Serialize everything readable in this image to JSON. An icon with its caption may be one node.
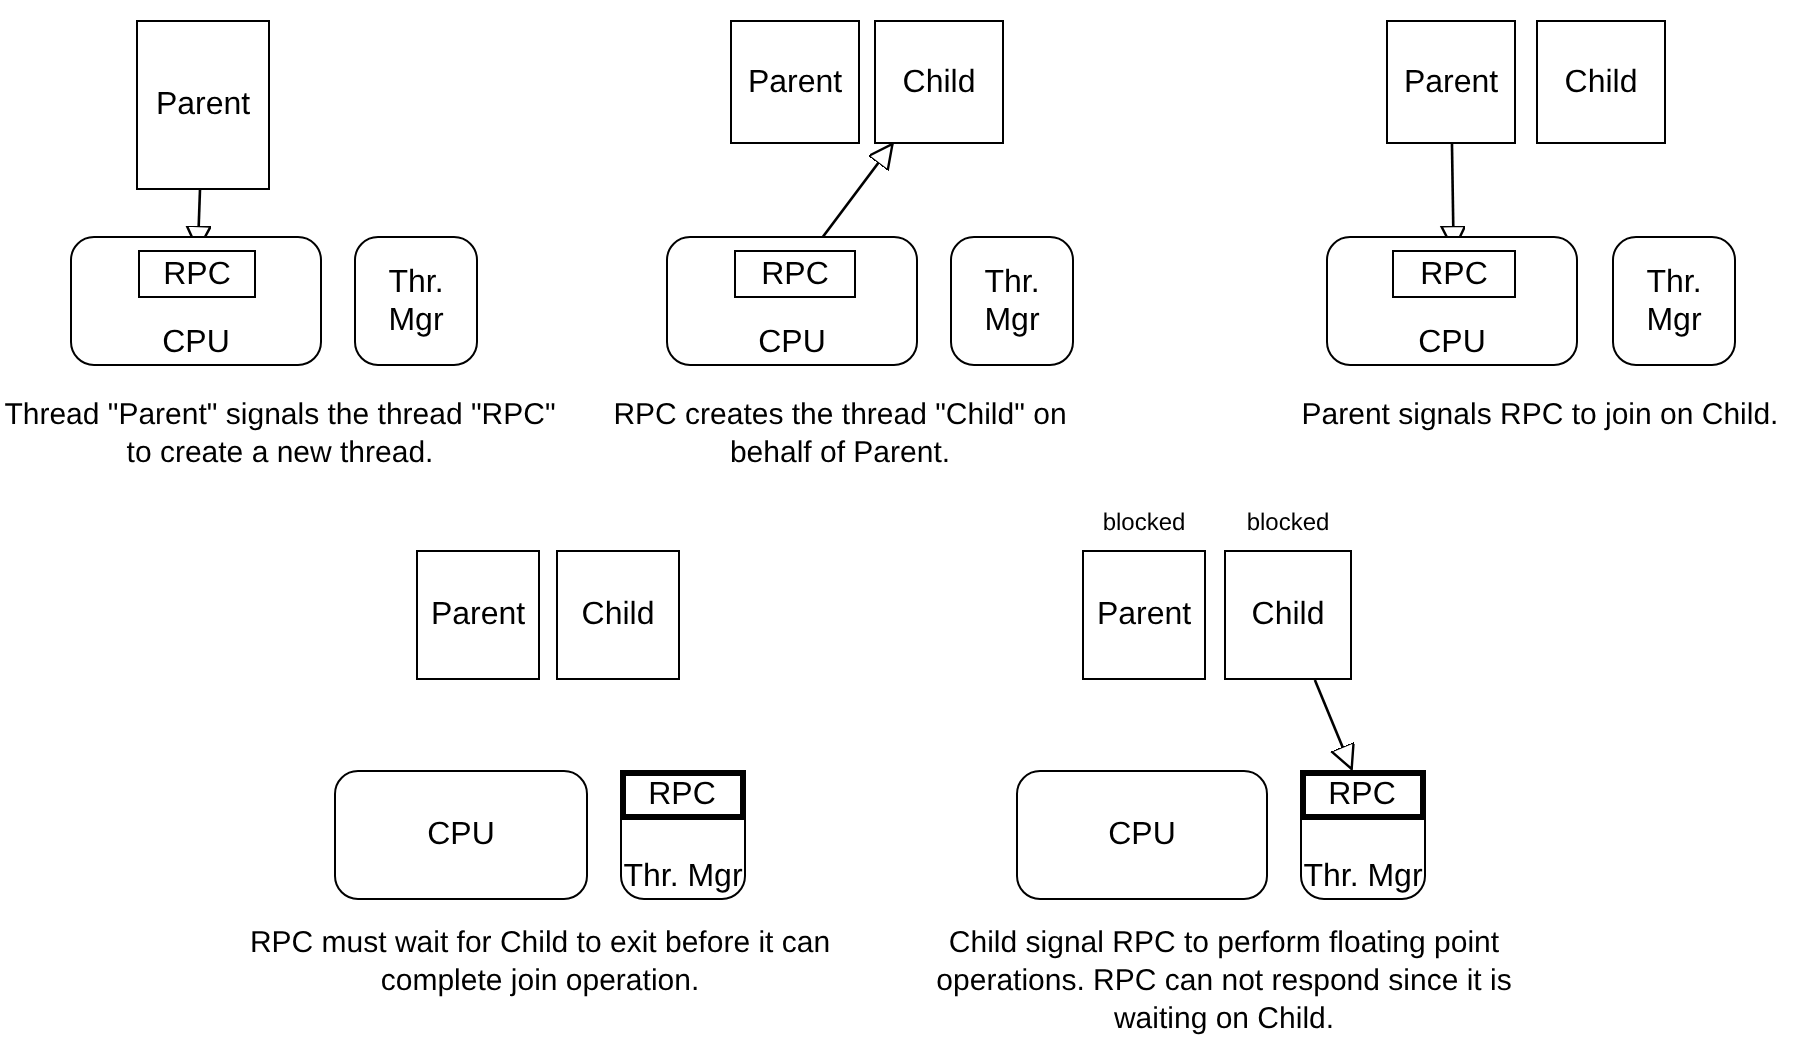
{
  "diagram": {
    "nodes": [
      {
        "text": [
          "Parent"
        ]
      },
      {
        "text": [
          "CPU"
        ]
      },
      {
        "text": [
          "RPC"
        ],
        "in": 1
      },
      {
        "text": [
          "Thr. Mgr"
        ]
      },
      {
        "text": [
          "Parent"
        ]
      },
      {
        "text": [
          "Child"
        ]
      },
      {
        "text": [
          "CPU"
        ]
      },
      {
        "text": [
          "RPC"
        ],
        "in": 6
      },
      {
        "text": [
          "Thr. Mgr"
        ]
      },
      {
        "text": [
          "Parent"
        ]
      },
      {
        "text": [
          "Child"
        ]
      },
      {
        "text": [
          "CPU"
        ]
      },
      {
        "text": [
          "RPC"
        ],
        "in": 11
      },
      {
        "text": [
          "Thr. Mgr"
        ]
      },
      {
        "text": [
          "Parent"
        ]
      },
      {
        "text": [
          "Child"
        ]
      },
      {
        "text": [
          "CPU"
        ]
      },
      {
        "text": [
          "Thr. Mgr"
        ]
      },
      {
        "text": [
          "RPC"
        ],
        "in": 17
      },
      {
        "text": [
          "Parent"
        ],
        "beside": [
          "blocked"
        ]
      },
      {
        "text": [
          "Child"
        ],
        "beside": [
          "blocked"
        ]
      },
      {
        "text": [
          "CPU"
        ]
      },
      {
        "text": [
          "Thr. Mgr"
        ]
      },
      {
        "text": [
          "RPC"
        ],
        "in": 22
      }
    ],
    "edges": [
      {
        "from": 0,
        "to": 2,
        "arrow": "to"
      },
      {
        "from": 7,
        "to": 5,
        "arrow": "to"
      },
      {
        "from": 9,
        "to": 12,
        "arrow": "to"
      },
      {
        "from": 20,
        "to": 23,
        "arrow": "to"
      }
    ],
    "labels": [
      "Thread \"Parent\" signals the thread \"RPC\" to create a new thread.",
      "RPC creates the thread \"Child\" on behalf of Parent.",
      "Parent signals RPC to join on Child.",
      "RPC must wait for Child to exit before it can complete join operation.",
      "Child signal RPC to perform floating point operations. RPC can not respond since it is waiting on Child."
    ]
  }
}
